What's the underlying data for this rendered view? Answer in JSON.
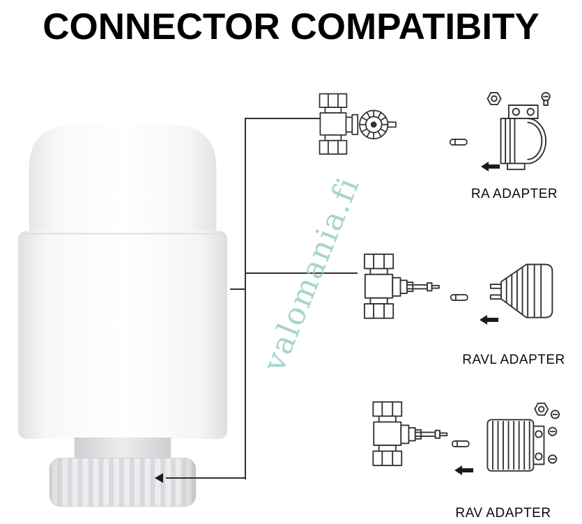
{
  "title": "CONNECTOR COMPATIBITY",
  "watermark": "valomania.fi",
  "rows": [
    {
      "label": "RA ADAPTER"
    },
    {
      "label": "RAVL ADAPTER"
    },
    {
      "label": "RAV ADAPTER"
    }
  ],
  "icons": {
    "arrow_left": "left-arrow",
    "pointer_left": "left-pointer",
    "valve_top": "ra-valve",
    "valve_mid": "ravl-valve",
    "valve_bottom": "rav-valve",
    "pin": "connector-pin"
  },
  "colors": {
    "line_art": "#333333",
    "connector_line": "#2f2f2f",
    "watermark": "#8ecac1",
    "title": "#000000",
    "device_shadow": "#d9d9dd"
  }
}
